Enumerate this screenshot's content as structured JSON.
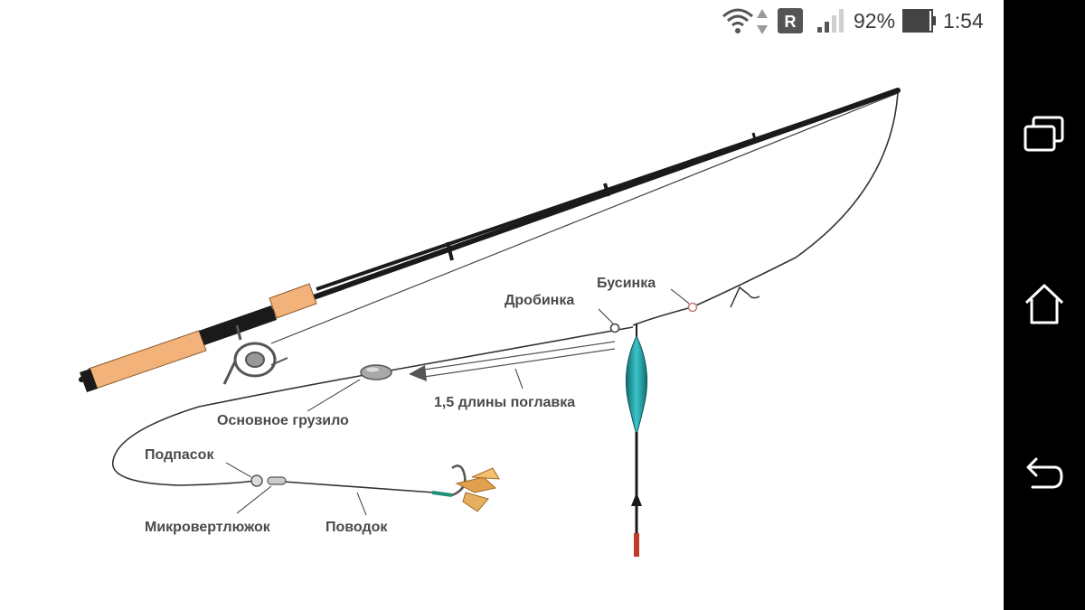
{
  "status_bar": {
    "icons": [
      "wifi-icon",
      "data-arrows-icon",
      "roaming-icon",
      "signal-icon",
      "battery-icon"
    ],
    "roaming_letter": "R",
    "battery_percent": "92%",
    "time": "1:54"
  },
  "nav_bar": {
    "buttons": [
      "recent-apps-icon",
      "home-icon",
      "back-icon"
    ]
  },
  "diagram": {
    "labels": {
      "drobinka": "Дробинка",
      "businka": "Бусинка",
      "osnovnoe_gruzilo": "Основное грузило",
      "float_distance": "1,5 длины поглавка",
      "podpasok": "Подпасок",
      "mikrovertlyuzhok": "Микровертлюжок",
      "povodok": "Поводок"
    },
    "colors": {
      "rod": "#1a1a1a",
      "cork_handle": "#f2b279",
      "float": "#1f9aa0",
      "float_tip": "#c0392b",
      "hook_bait": "#e0a050",
      "line": "#333333"
    }
  }
}
